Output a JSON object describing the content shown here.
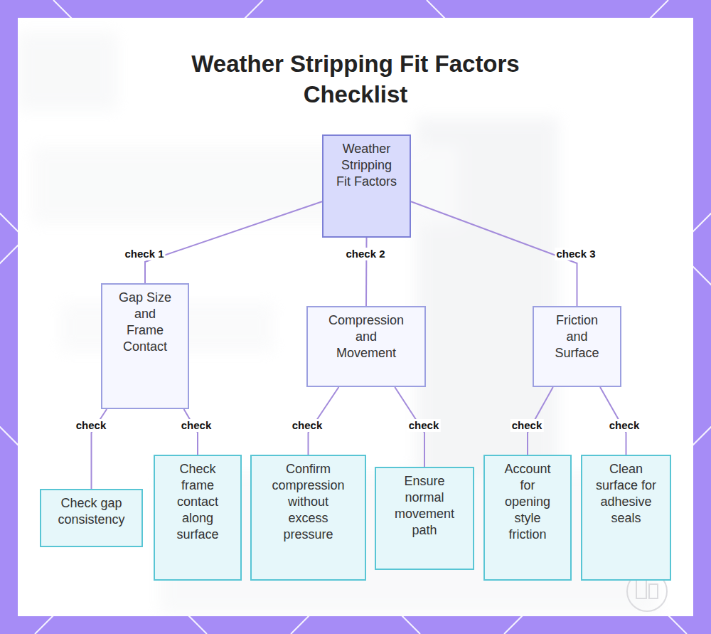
{
  "diagram": {
    "title": "Weather Stripping Fit Factors Checklist",
    "nodes": [
      {
        "text": [
          "Weather Stripping Fit Factors"
        ]
      },
      {
        "text": [
          "Gap Size and Frame Contact"
        ]
      },
      {
        "text": [
          "Compression and Movement"
        ]
      },
      {
        "text": [
          "Friction and Surface"
        ]
      },
      {
        "text": [
          "Check gap consistency"
        ]
      },
      {
        "text": [
          "Check frame contact along surface"
        ]
      },
      {
        "text": [
          "Confirm compression without excess pressure"
        ]
      },
      {
        "text": [
          "Ensure normal movement path"
        ]
      },
      {
        "text": [
          "Account for opening style friction"
        ]
      },
      {
        "text": [
          "Clean surface for adhesive seals"
        ]
      }
    ],
    "edges": [
      {
        "from": 0,
        "to": 1,
        "label": "check 1",
        "arrow": "none"
      },
      {
        "from": 0,
        "to": 2,
        "label": "check 2",
        "arrow": "none"
      },
      {
        "from": 0,
        "to": 3,
        "label": "check 3",
        "arrow": "none"
      },
      {
        "from": 1,
        "to": 4,
        "label": "check",
        "arrow": "none"
      },
      {
        "from": 1,
        "to": 5,
        "label": "check",
        "arrow": "none"
      },
      {
        "from": 2,
        "to": 6,
        "label": "check",
        "arrow": "none"
      },
      {
        "from": 2,
        "to": 7,
        "label": "check",
        "arrow": "none"
      },
      {
        "from": 3,
        "to": 8,
        "label": "check",
        "arrow": "none"
      },
      {
        "from": 3,
        "to": 9,
        "label": "check",
        "arrow": "none"
      }
    ]
  }
}
